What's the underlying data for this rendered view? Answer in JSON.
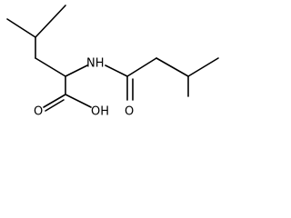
{
  "atoms": {
    "nh": "NH",
    "o_amide": "O",
    "o_carbonyl": "O",
    "oh": "OH"
  },
  "colors": {
    "bond": "#000000",
    "label": "#000000",
    "background": "#ffffff"
  }
}
